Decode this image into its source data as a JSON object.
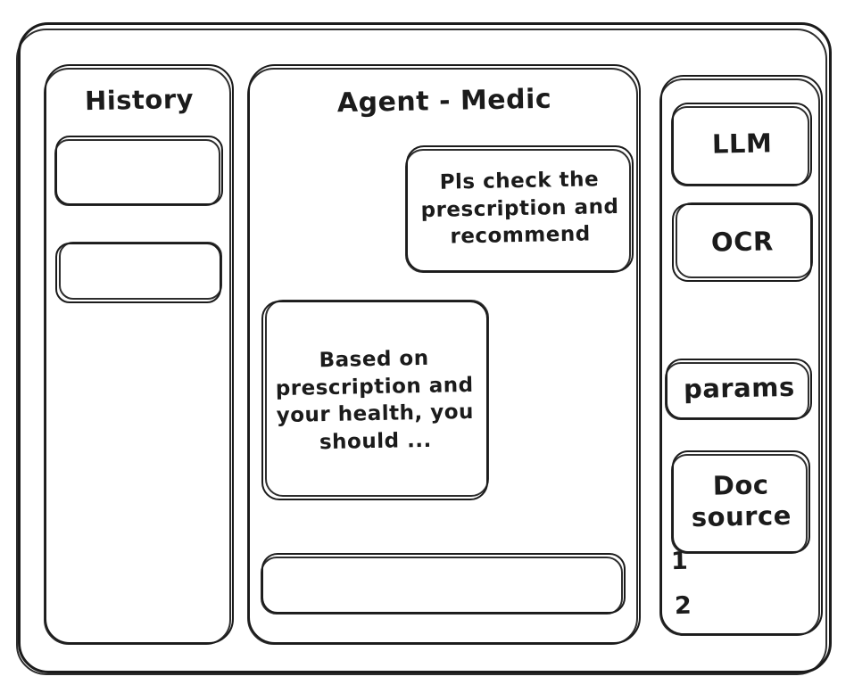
{
  "window": {
    "name": "agent-medic-wireframe"
  },
  "sidebar": {
    "title": "History",
    "items": [
      {
        "label": ""
      },
      {
        "label": ""
      }
    ]
  },
  "main": {
    "title": "Agent - Medic",
    "messages": [
      {
        "role": "user",
        "text": "Pls check the prescription and recommend"
      },
      {
        "role": "agent",
        "text": "Based on prescription and your health, you should ..."
      }
    ],
    "composer": {
      "value": "",
      "placeholder": ""
    }
  },
  "tools": {
    "cards": [
      {
        "label": "LLM"
      },
      {
        "label": "OCR"
      },
      {
        "label": "params"
      },
      {
        "label": "Doc source"
      }
    ],
    "source_refs": [
      "1",
      "2"
    ]
  },
  "colors": {
    "stroke": "#1b1b1b",
    "background": "#ffffff"
  }
}
